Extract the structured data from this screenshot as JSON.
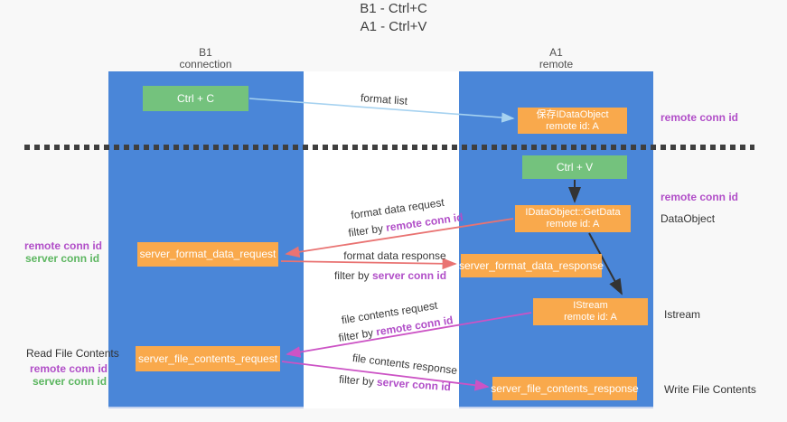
{
  "title": {
    "line1": "B1 - Ctrl+C",
    "line2": "A1 - Ctrl+V"
  },
  "lifelines": {
    "b1": {
      "name": "B1",
      "role": "connection"
    },
    "a1": {
      "name": "A1",
      "role": "remote"
    }
  },
  "nodes": {
    "ctrl_c": {
      "label": "Ctrl + C"
    },
    "ctrl_v": {
      "label": "Ctrl + V"
    },
    "save_dataobject": {
      "line1": "保存IDataObject",
      "line2": "remote id: A"
    },
    "getdata": {
      "line1": "IDataObject::GetData",
      "line2": "remote id: A"
    },
    "istream": {
      "line1": "IStream",
      "line2": "remote id: A"
    },
    "format_request": {
      "label": "server_format_data_request"
    },
    "format_response": {
      "label": "server_format_data_response"
    },
    "file_request": {
      "label": "server_file_contents_request"
    },
    "file_response": {
      "label": "server_file_contents_response"
    }
  },
  "annotations": {
    "format_list": "format list",
    "format_data_request": "format data request",
    "format_data_response": "format data response",
    "file_contents_request": "file contents request",
    "file_contents_response": "file contents response",
    "filter_by": "filter by",
    "remote_conn_id": "remote conn id",
    "server_conn_id": "server conn id"
  },
  "side_labels": {
    "remote_conn_id": "remote conn id",
    "server_conn_id": "server conn id",
    "dataobject": "DataObject",
    "istream": "Istream",
    "read_file_contents": "Read File Contents",
    "write_file_contents": "Write File Contents"
  },
  "colors": {
    "lifeline_blue": "#4A86D8",
    "node_green": "#74C27D",
    "node_orange": "#F9A94C",
    "arrow_light_blue": "#A6D2F0",
    "arrow_red": "#E97372",
    "arrow_magenta": "#CC53C5",
    "arrow_black": "#333333",
    "text_purple": "#B14EC8",
    "text_green": "#5CB660",
    "divider_dark": "#3F3F3F",
    "background": "#F8F8F8",
    "gap_white": "#FFFFFF"
  }
}
